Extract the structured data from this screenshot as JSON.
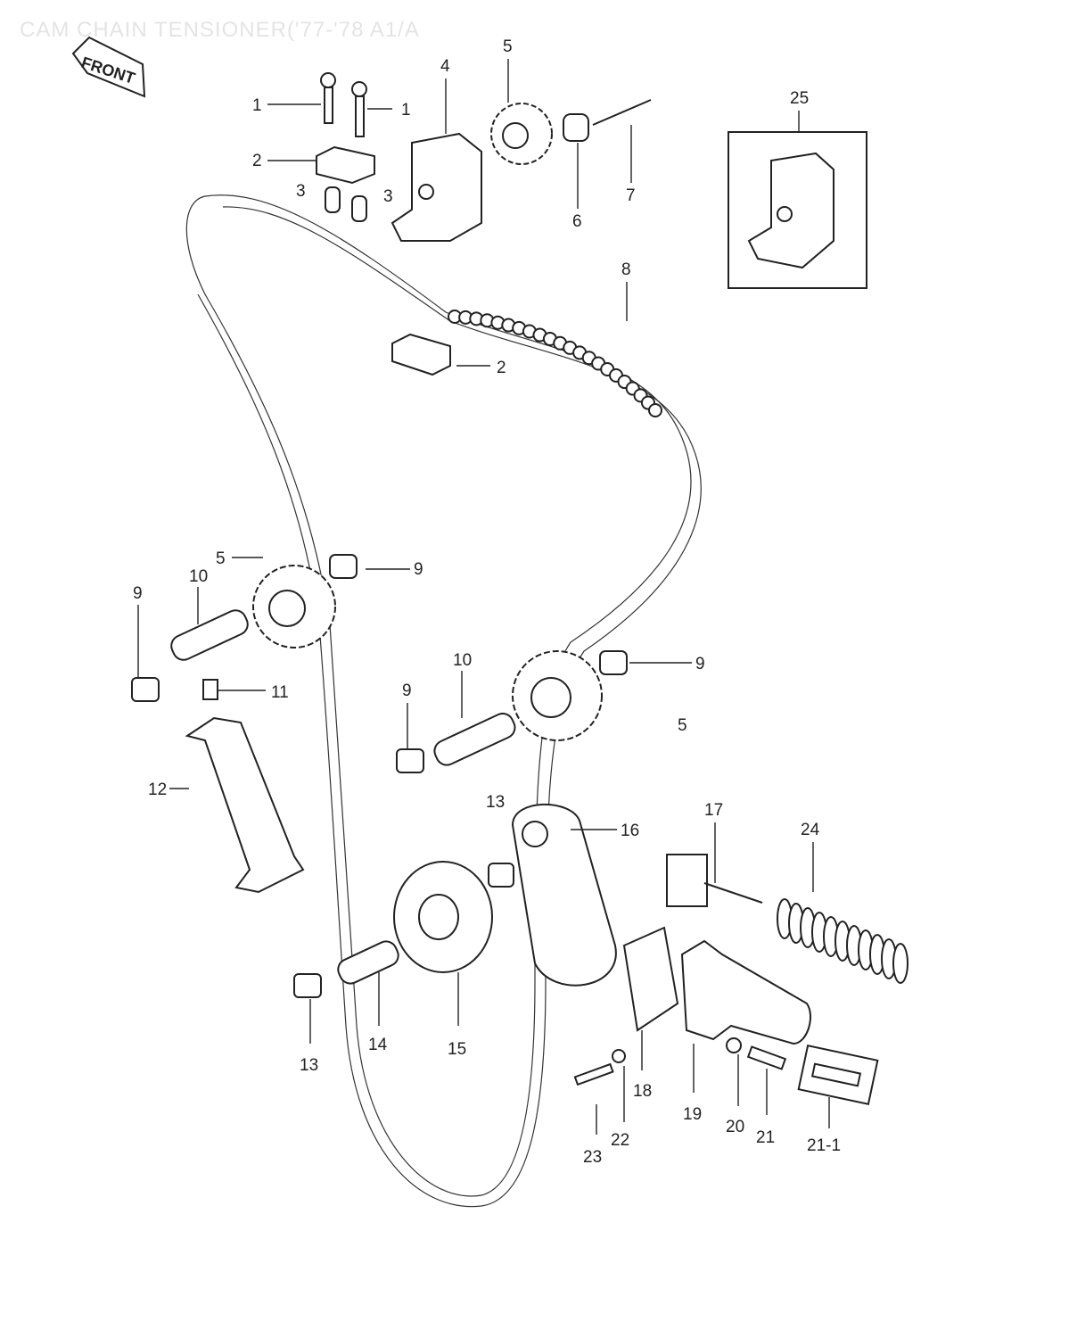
{
  "title": "CAM CHAIN TENSIONER('77-'78 A1/A",
  "front_sign": "FRONT",
  "callouts": [
    "1",
    "1",
    "4",
    "5",
    "25",
    "2",
    "3",
    "3",
    "6",
    "7",
    "8",
    "2",
    "5",
    "9",
    "10",
    "9",
    "11",
    "10",
    "9",
    "9",
    "5",
    "12",
    "13",
    "16",
    "17",
    "24",
    "13",
    "14",
    "15",
    "18",
    "19",
    "20",
    "21",
    "21-1",
    "23",
    "22"
  ]
}
